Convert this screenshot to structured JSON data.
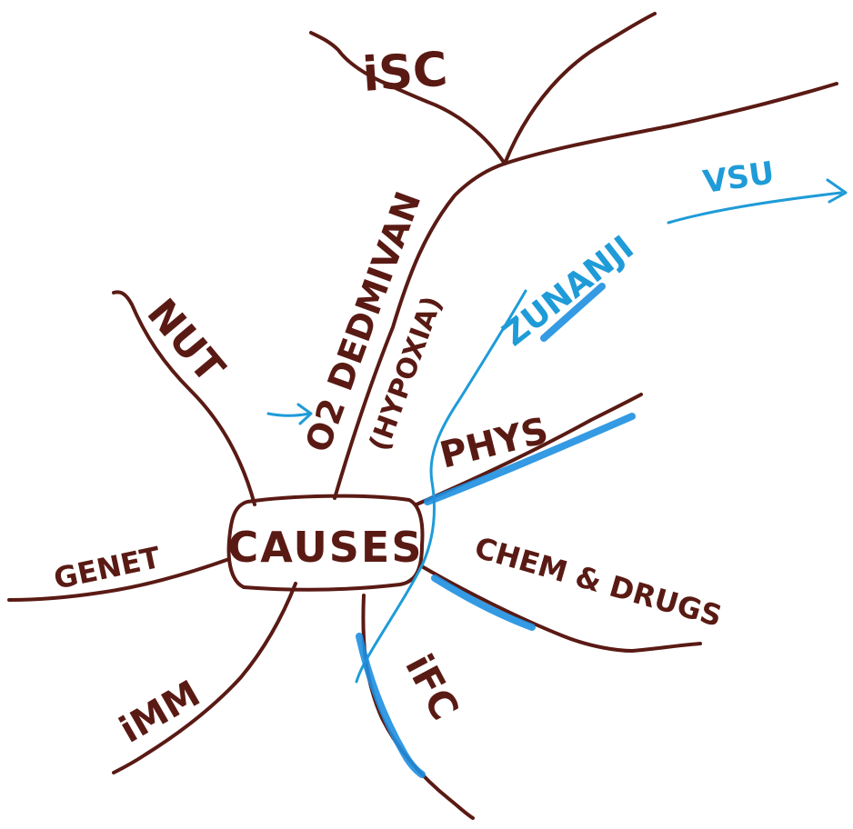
{
  "center": {
    "label": "CAUSES"
  },
  "branches": {
    "isc": "iSC",
    "o2_line1": "O2 DEDMIVAN",
    "o2_line2": "(HYPOXIA)",
    "nut": "NUT",
    "phys": "PHYS",
    "chem": "CHEM & DRUGS",
    "genet": "GENET",
    "imm": "iMM",
    "ifc": "iFC"
  },
  "blue_notes": {
    "zunanji": "ZUNANJI",
    "vsu": "VSU"
  },
  "colors": {
    "ink_brown": "#5a1a14",
    "ink_blue": "#1f9bd8",
    "highlight_blue": "#1e8fe0",
    "paper": "#ffffff"
  }
}
